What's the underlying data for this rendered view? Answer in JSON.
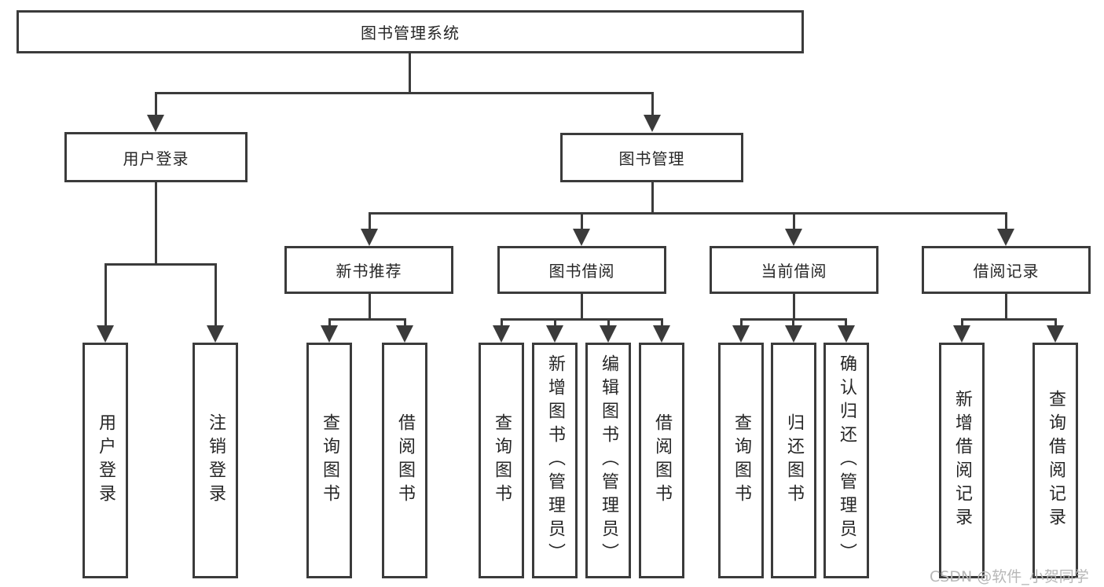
{
  "root": {
    "label": "图书管理系统"
  },
  "branches": {
    "user_login": {
      "label": "用户登录",
      "children": {
        "login": "用户登录",
        "logout": "注销登录"
      }
    },
    "book_mgmt": {
      "label": "图书管理",
      "sections": {
        "new_books": {
          "label": "新书推荐",
          "children": {
            "query": "查询图书",
            "borrow": "借阅图书"
          }
        },
        "book_borrow": {
          "label": "图书借阅",
          "children": {
            "query": "查询图书",
            "add": "新增图书（管理员）",
            "edit": "编辑图书（管理员）",
            "lend": "借阅图书"
          }
        },
        "current_borrow": {
          "label": "当前借阅",
          "children": {
            "query": "查询图书",
            "return": "归还图书",
            "confirm": "确认归还（管理员）"
          }
        },
        "borrow_records": {
          "label": "借阅记录",
          "children": {
            "add": "新增借阅记录",
            "query": "查询借阅记录"
          }
        }
      }
    }
  },
  "watermark": "CSDN @软件_小贺同学",
  "colors": {
    "line": "#3b3b3b",
    "text": "#262626",
    "watermark": "#b7b7b7",
    "background": "#ffffff"
  }
}
